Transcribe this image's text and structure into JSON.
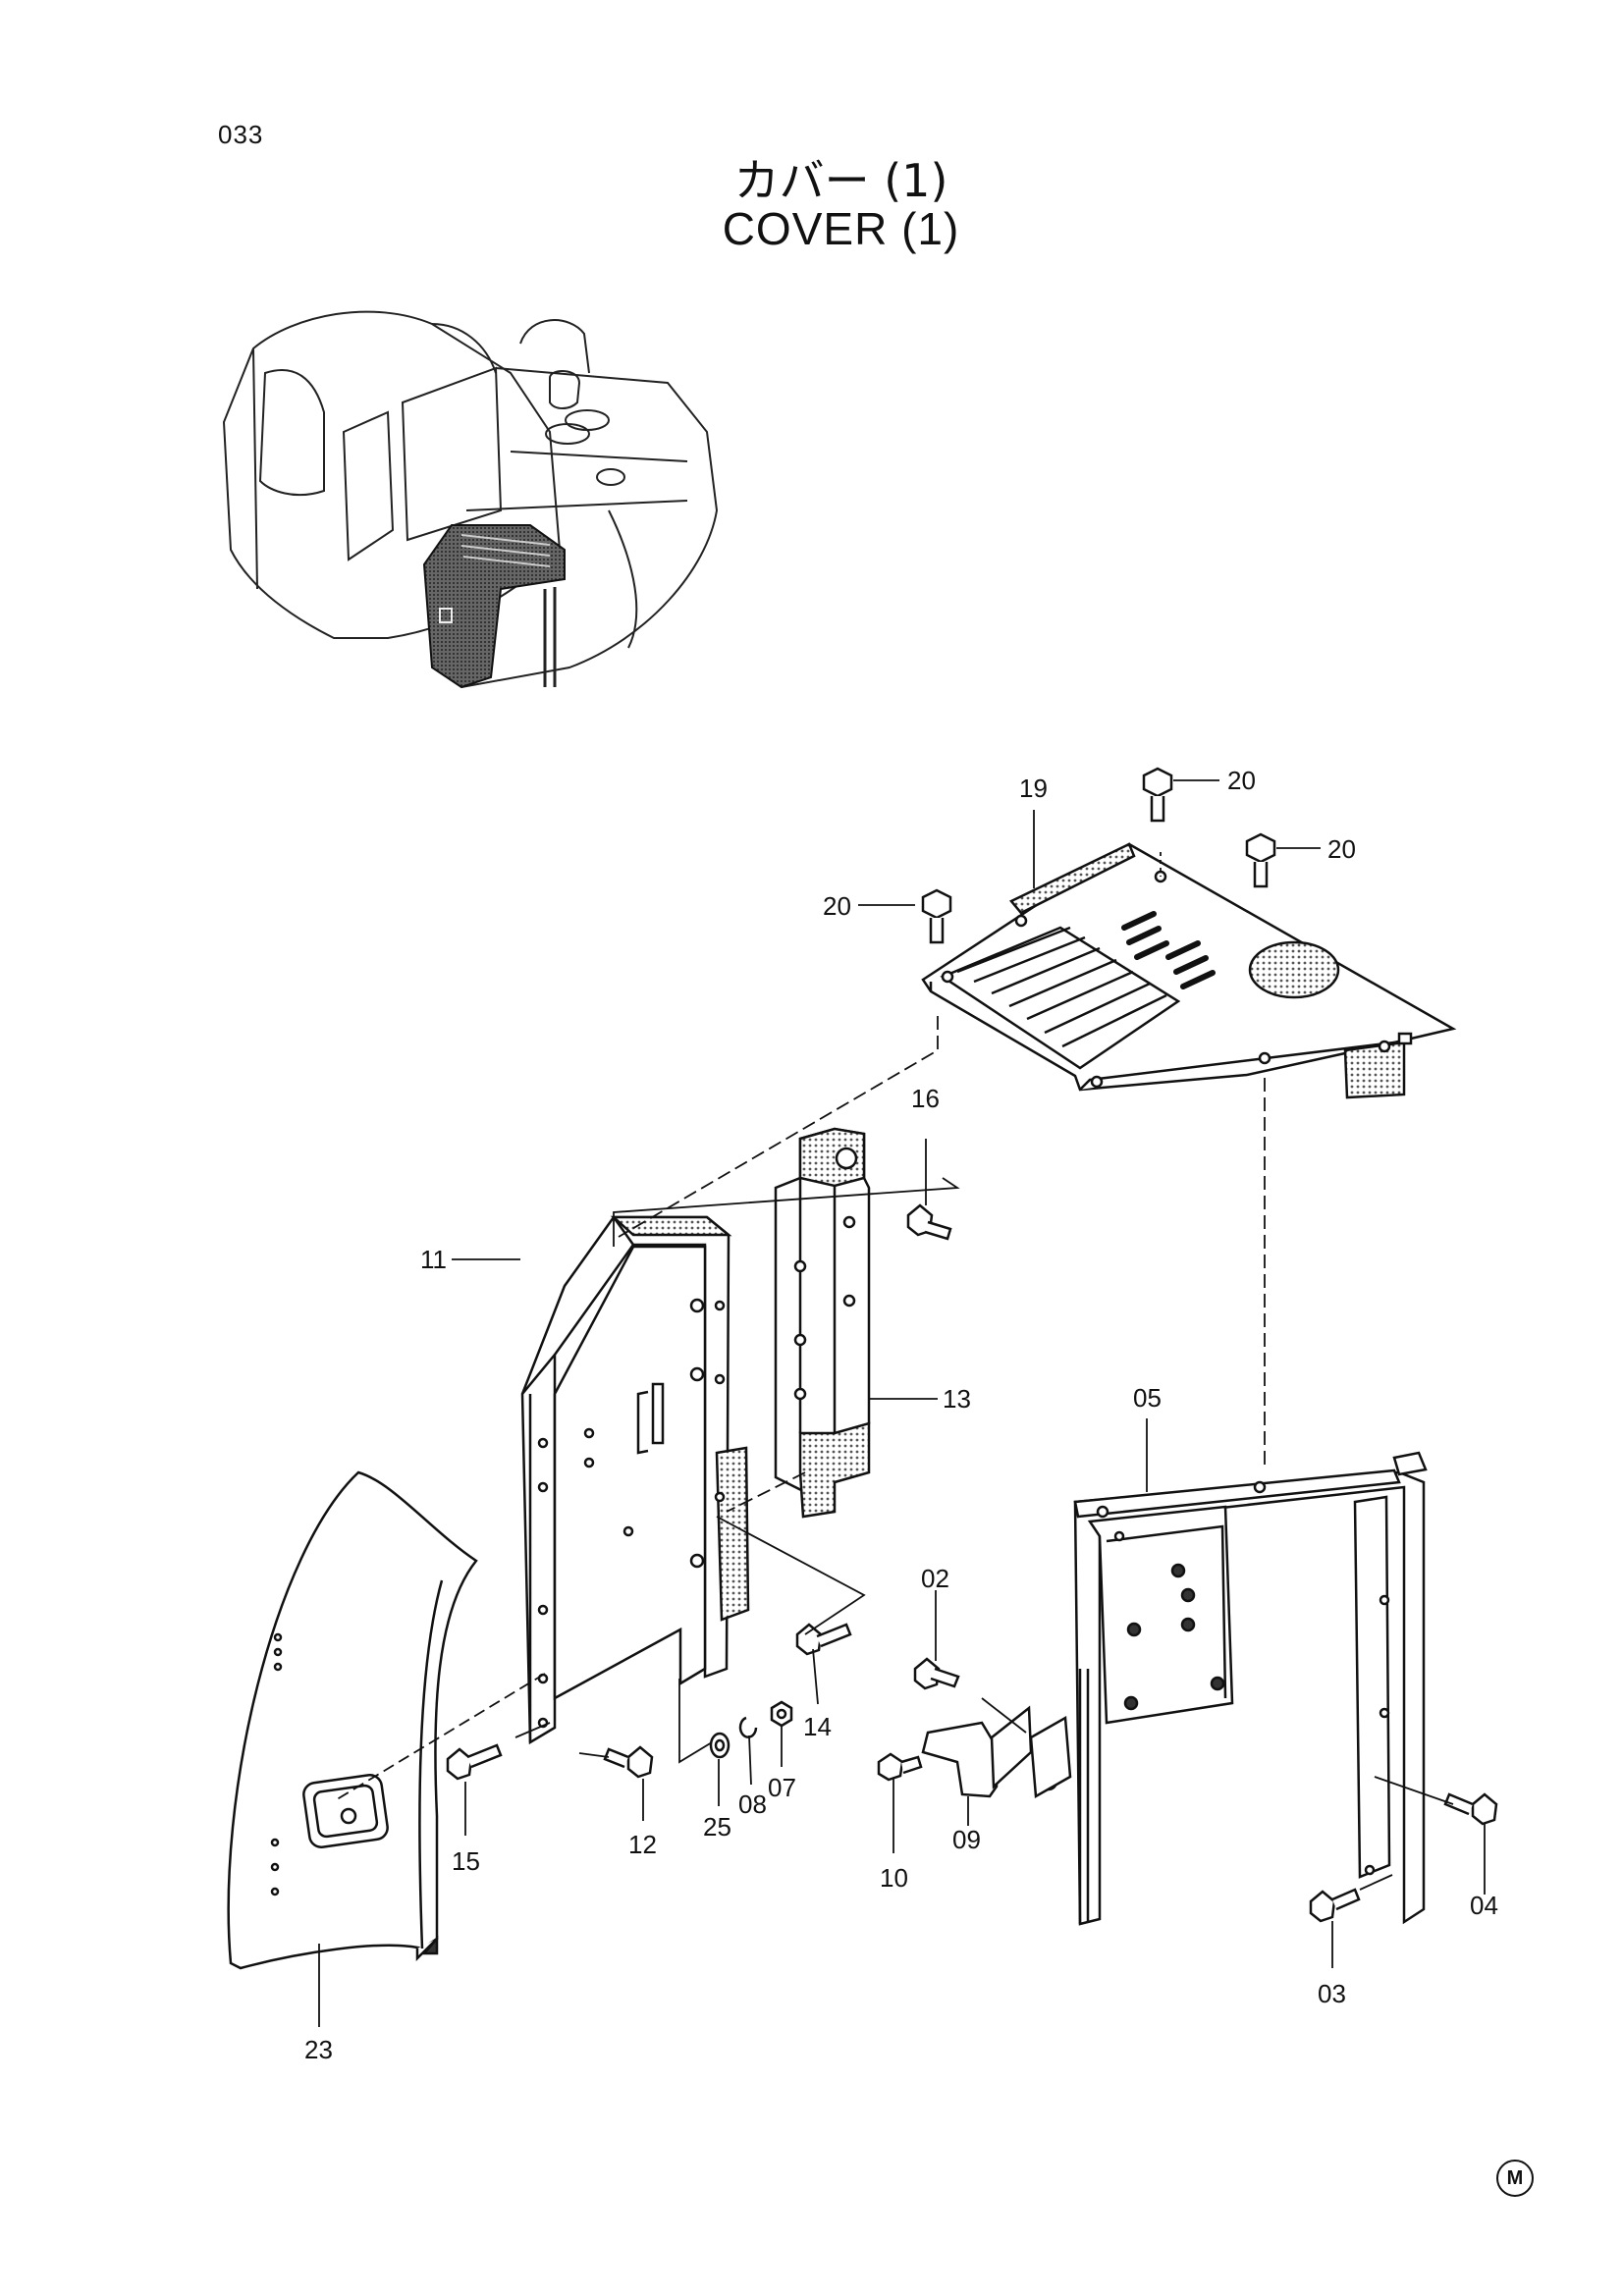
{
  "page": {
    "number": "033",
    "title_jp": "カバー (1)",
    "title_en": "COVER (1)",
    "mark": "M"
  },
  "parts": [
    {
      "id": "02",
      "label": "02"
    },
    {
      "id": "03",
      "label": "03"
    },
    {
      "id": "04",
      "label": "04"
    },
    {
      "id": "05",
      "label": "05"
    },
    {
      "id": "07",
      "label": "07"
    },
    {
      "id": "08",
      "label": "08"
    },
    {
      "id": "09",
      "label": "09"
    },
    {
      "id": "10",
      "label": "10"
    },
    {
      "id": "11",
      "label": "11"
    },
    {
      "id": "12",
      "label": "12"
    },
    {
      "id": "13",
      "label": "13"
    },
    {
      "id": "14",
      "label": "14"
    },
    {
      "id": "15",
      "label": "15"
    },
    {
      "id": "16",
      "label": "16"
    },
    {
      "id": "19",
      "label": "19"
    },
    {
      "id": "20a",
      "label": "20"
    },
    {
      "id": "20b",
      "label": "20"
    },
    {
      "id": "20c",
      "label": "20"
    },
    {
      "id": "23",
      "label": "23"
    },
    {
      "id": "25",
      "label": "25"
    }
  ],
  "colors": {
    "ink": "#111111",
    "shade": "#555555",
    "paper": "#ffffff"
  }
}
